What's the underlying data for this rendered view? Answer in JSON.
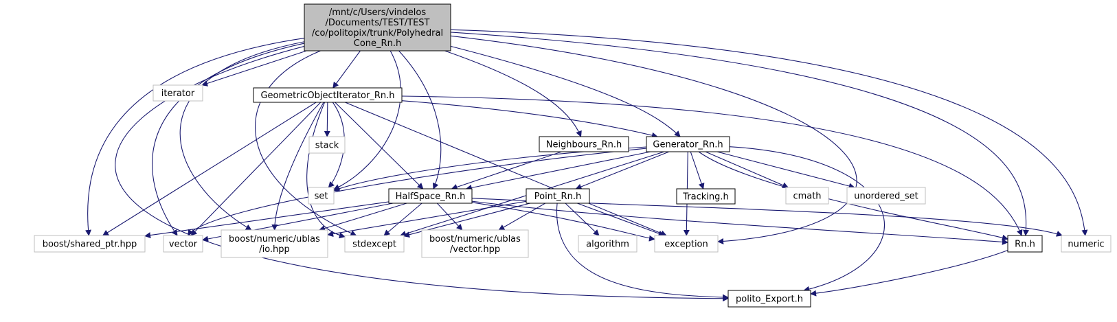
{
  "diagram": {
    "kind": "include-dependency-graph",
    "colors": {
      "edge": "#191970",
      "root_fill": "#bfbfbf",
      "local_border": "#000000",
      "system_border": "#bfbfbf"
    },
    "nodes": [
      {
        "id": "root",
        "kind": "root",
        "lines": [
          "/mnt/c/Users/vindelos",
          "/Documents/TEST/TEST",
          "/co/politopix/trunk/Polyhedral",
          "Cone_Rn.h"
        ]
      },
      {
        "id": "iterator",
        "kind": "system",
        "lines": [
          "iterator"
        ]
      },
      {
        "id": "geoiter",
        "kind": "local",
        "lines": [
          "GeometricObjectIterator_Rn.h"
        ]
      },
      {
        "id": "stack",
        "kind": "system",
        "lines": [
          "stack"
        ]
      },
      {
        "id": "neighbours",
        "kind": "local",
        "lines": [
          "Neighbours_Rn.h"
        ]
      },
      {
        "id": "generator",
        "kind": "local",
        "lines": [
          "Generator_Rn.h"
        ]
      },
      {
        "id": "set",
        "kind": "system",
        "lines": [
          "set"
        ]
      },
      {
        "id": "halfspace",
        "kind": "local",
        "lines": [
          "HalfSpace_Rn.h"
        ]
      },
      {
        "id": "point",
        "kind": "local",
        "lines": [
          "Point_Rn.h"
        ]
      },
      {
        "id": "tracking",
        "kind": "local",
        "lines": [
          "Tracking.h"
        ]
      },
      {
        "id": "cmath",
        "kind": "system",
        "lines": [
          "cmath"
        ]
      },
      {
        "id": "unordered_set",
        "kind": "system",
        "lines": [
          "unordered_set"
        ]
      },
      {
        "id": "shared_ptr",
        "kind": "system",
        "lines": [
          "boost/shared_ptr.hpp"
        ]
      },
      {
        "id": "vector",
        "kind": "system",
        "lines": [
          "vector"
        ]
      },
      {
        "id": "ublas_io",
        "kind": "system",
        "lines": [
          "boost/numeric/ublas",
          "/io.hpp"
        ]
      },
      {
        "id": "stdexcept",
        "kind": "system",
        "lines": [
          "stdexcept"
        ]
      },
      {
        "id": "ublas_vector",
        "kind": "system",
        "lines": [
          "boost/numeric/ublas",
          "/vector.hpp"
        ]
      },
      {
        "id": "algorithm",
        "kind": "system",
        "lines": [
          "algorithm"
        ]
      },
      {
        "id": "exception",
        "kind": "system",
        "lines": [
          "exception"
        ]
      },
      {
        "id": "rn",
        "kind": "local",
        "lines": [
          "Rn.h"
        ]
      },
      {
        "id": "numeric",
        "kind": "system",
        "lines": [
          "numeric"
        ]
      },
      {
        "id": "polito_export",
        "kind": "local",
        "lines": [
          "polito_Export.h"
        ]
      }
    ],
    "edges": [
      [
        "root",
        "iterator"
      ],
      [
        "root",
        "geoiter"
      ],
      [
        "root",
        "neighbours"
      ],
      [
        "root",
        "generator"
      ],
      [
        "root",
        "set"
      ],
      [
        "root",
        "halfspace"
      ],
      [
        "root",
        "shared_ptr"
      ],
      [
        "root",
        "vector"
      ],
      [
        "root",
        "ublas_io"
      ],
      [
        "root",
        "stdexcept"
      ],
      [
        "root",
        "exception"
      ],
      [
        "root",
        "rn"
      ],
      [
        "root",
        "numeric"
      ],
      [
        "root",
        "polito_export"
      ],
      [
        "geoiter",
        "stack"
      ],
      [
        "geoiter",
        "set"
      ],
      [
        "geoiter",
        "halfspace"
      ],
      [
        "geoiter",
        "generator"
      ],
      [
        "geoiter",
        "shared_ptr"
      ],
      [
        "geoiter",
        "vector"
      ],
      [
        "geoiter",
        "ublas_io"
      ],
      [
        "geoiter",
        "stdexcept"
      ],
      [
        "geoiter",
        "exception"
      ],
      [
        "geoiter",
        "rn"
      ],
      [
        "neighbours",
        "halfspace"
      ],
      [
        "generator",
        "set"
      ],
      [
        "generator",
        "halfspace"
      ],
      [
        "generator",
        "point"
      ],
      [
        "generator",
        "tracking"
      ],
      [
        "generator",
        "cmath"
      ],
      [
        "generator",
        "unordered_set"
      ],
      [
        "generator",
        "vector"
      ],
      [
        "generator",
        "stdexcept"
      ],
      [
        "generator",
        "exception"
      ],
      [
        "generator",
        "rn"
      ],
      [
        "generator",
        "polito_export"
      ],
      [
        "halfspace",
        "shared_ptr"
      ],
      [
        "halfspace",
        "vector"
      ],
      [
        "halfspace",
        "ublas_io"
      ],
      [
        "halfspace",
        "stdexcept"
      ],
      [
        "halfspace",
        "ublas_vector"
      ],
      [
        "halfspace",
        "exception"
      ],
      [
        "halfspace",
        "rn"
      ],
      [
        "halfspace",
        "numeric"
      ],
      [
        "point",
        "ublas_io"
      ],
      [
        "point",
        "stdexcept"
      ],
      [
        "point",
        "ublas_vector"
      ],
      [
        "point",
        "algorithm"
      ],
      [
        "point",
        "exception"
      ],
      [
        "point",
        "polito_export"
      ],
      [
        "rn",
        "polito_export"
      ]
    ]
  }
}
